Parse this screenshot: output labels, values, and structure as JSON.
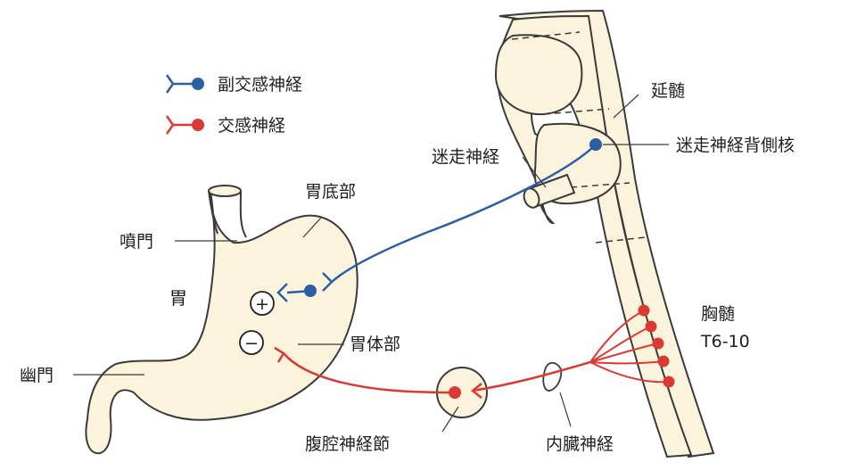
{
  "legend": {
    "parasympathetic": "副交感神経",
    "sympathetic": "交感神経"
  },
  "labels": {
    "medulla": "延髄",
    "dorsal_vagal_nucleus": "迷走神経背側核",
    "vagus_nerve": "迷走神経",
    "fundus": "胃底部",
    "cardia": "噴門",
    "stomach": "胃",
    "body": "胃体部",
    "pylorus": "幽門",
    "celiac_ganglion": "腹腔神経節",
    "splanchnic_nerve": "内臓神経",
    "thoracic_cord": "胸髄",
    "thoracic_segments": "T6-10"
  },
  "signs": {
    "plus": "+",
    "minus": "−"
  },
  "colors": {
    "parasympathetic": "#2a5fa8",
    "sympathetic": "#d93a33",
    "tissue_fill": "#fbf3dc",
    "outline": "#3a3a3a"
  }
}
